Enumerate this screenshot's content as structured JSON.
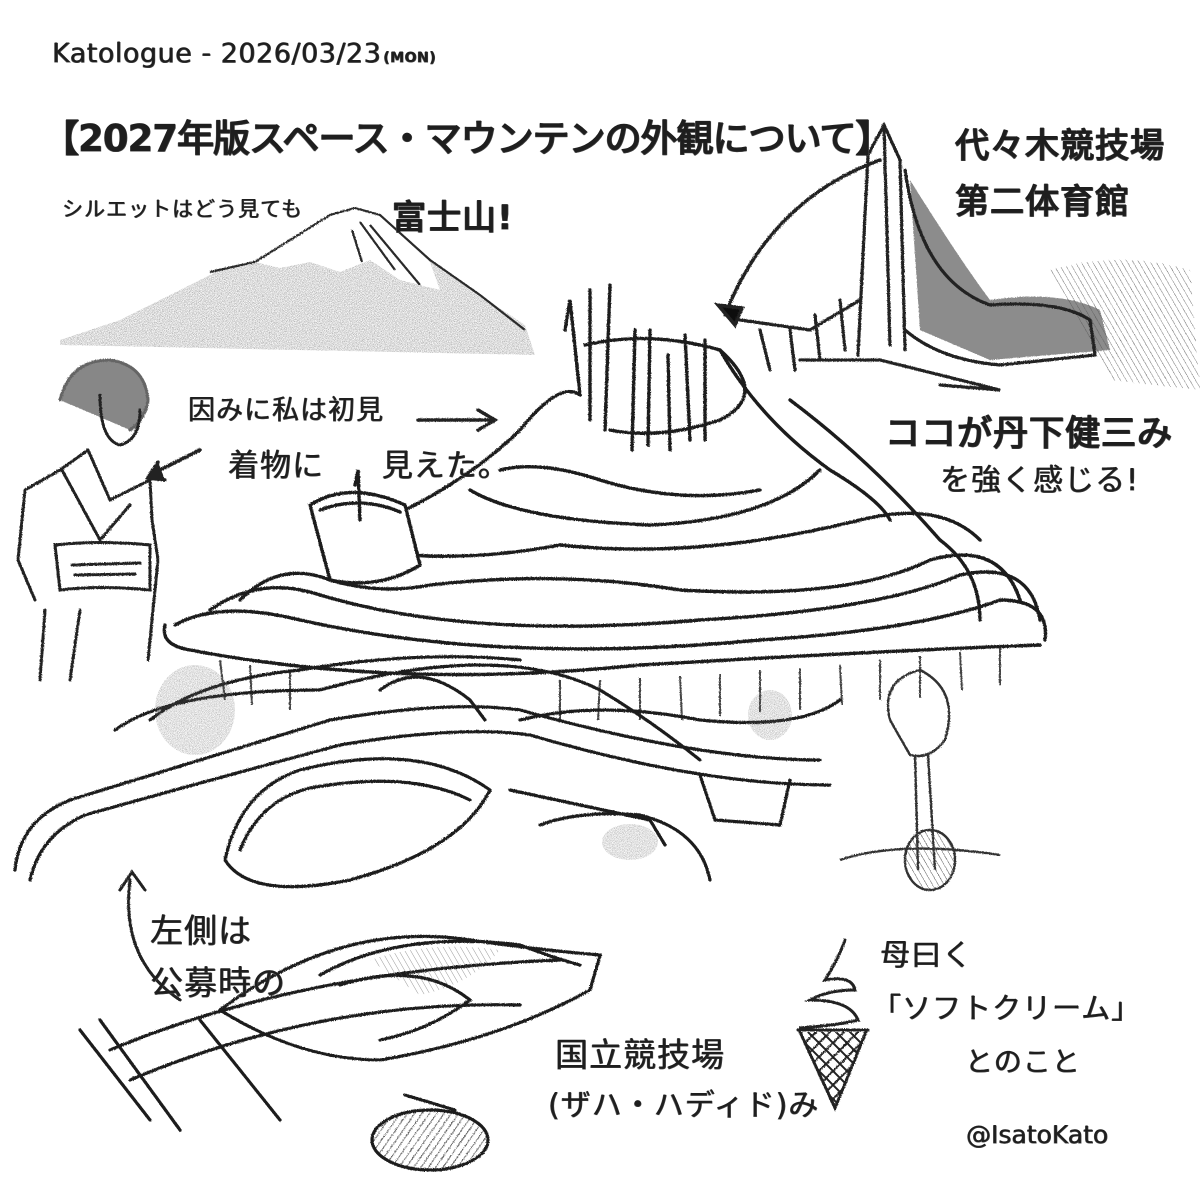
{
  "header": {
    "blog_name": "Katologue",
    "separator": " - ",
    "date": "2026/03/23",
    "weekday": "(MON)"
  },
  "title": "【2027年版スペース・マウンテンの外観について】",
  "annotations": {
    "fuji_note": "シルエットはどう見ても",
    "fuji_name": "富士山!",
    "yoyogi": "代々木競技場\n第二体育館",
    "kimono_line1": "因みに私は初見",
    "kimono_line2_a": "着物に",
    "kimono_line2_b": "見えた。",
    "tange_line1": "ココが丹下健三み",
    "tange_line2": "を強く感じる!",
    "left_side": "左側は\n公募時の",
    "national_line1": "国立競技場",
    "national_line2": "(ザハ・ハディド)み",
    "cream_line1": "母曰く",
    "cream_line2": "「ソフトクリーム」",
    "cream_line3": "とのこと"
  },
  "signature": "@IsatoKato",
  "drawings": {
    "mount_fuji": "mount-fuji-sketch",
    "kimono_woman": "kimono-woman-sketch",
    "yoyogi_gym": "yoyogi-second-gymnasium-sketch",
    "space_mountain": "space-mountain-2027-exterior-sketch",
    "zaha_stadium": "zaha-hadid-stadium-plan-sketch",
    "soft_serve": "soft-serve-ice-cream-sketch"
  },
  "colors": {
    "ink": "#1e1e1e",
    "paper": "#ffffff",
    "shade": "#555555"
  }
}
